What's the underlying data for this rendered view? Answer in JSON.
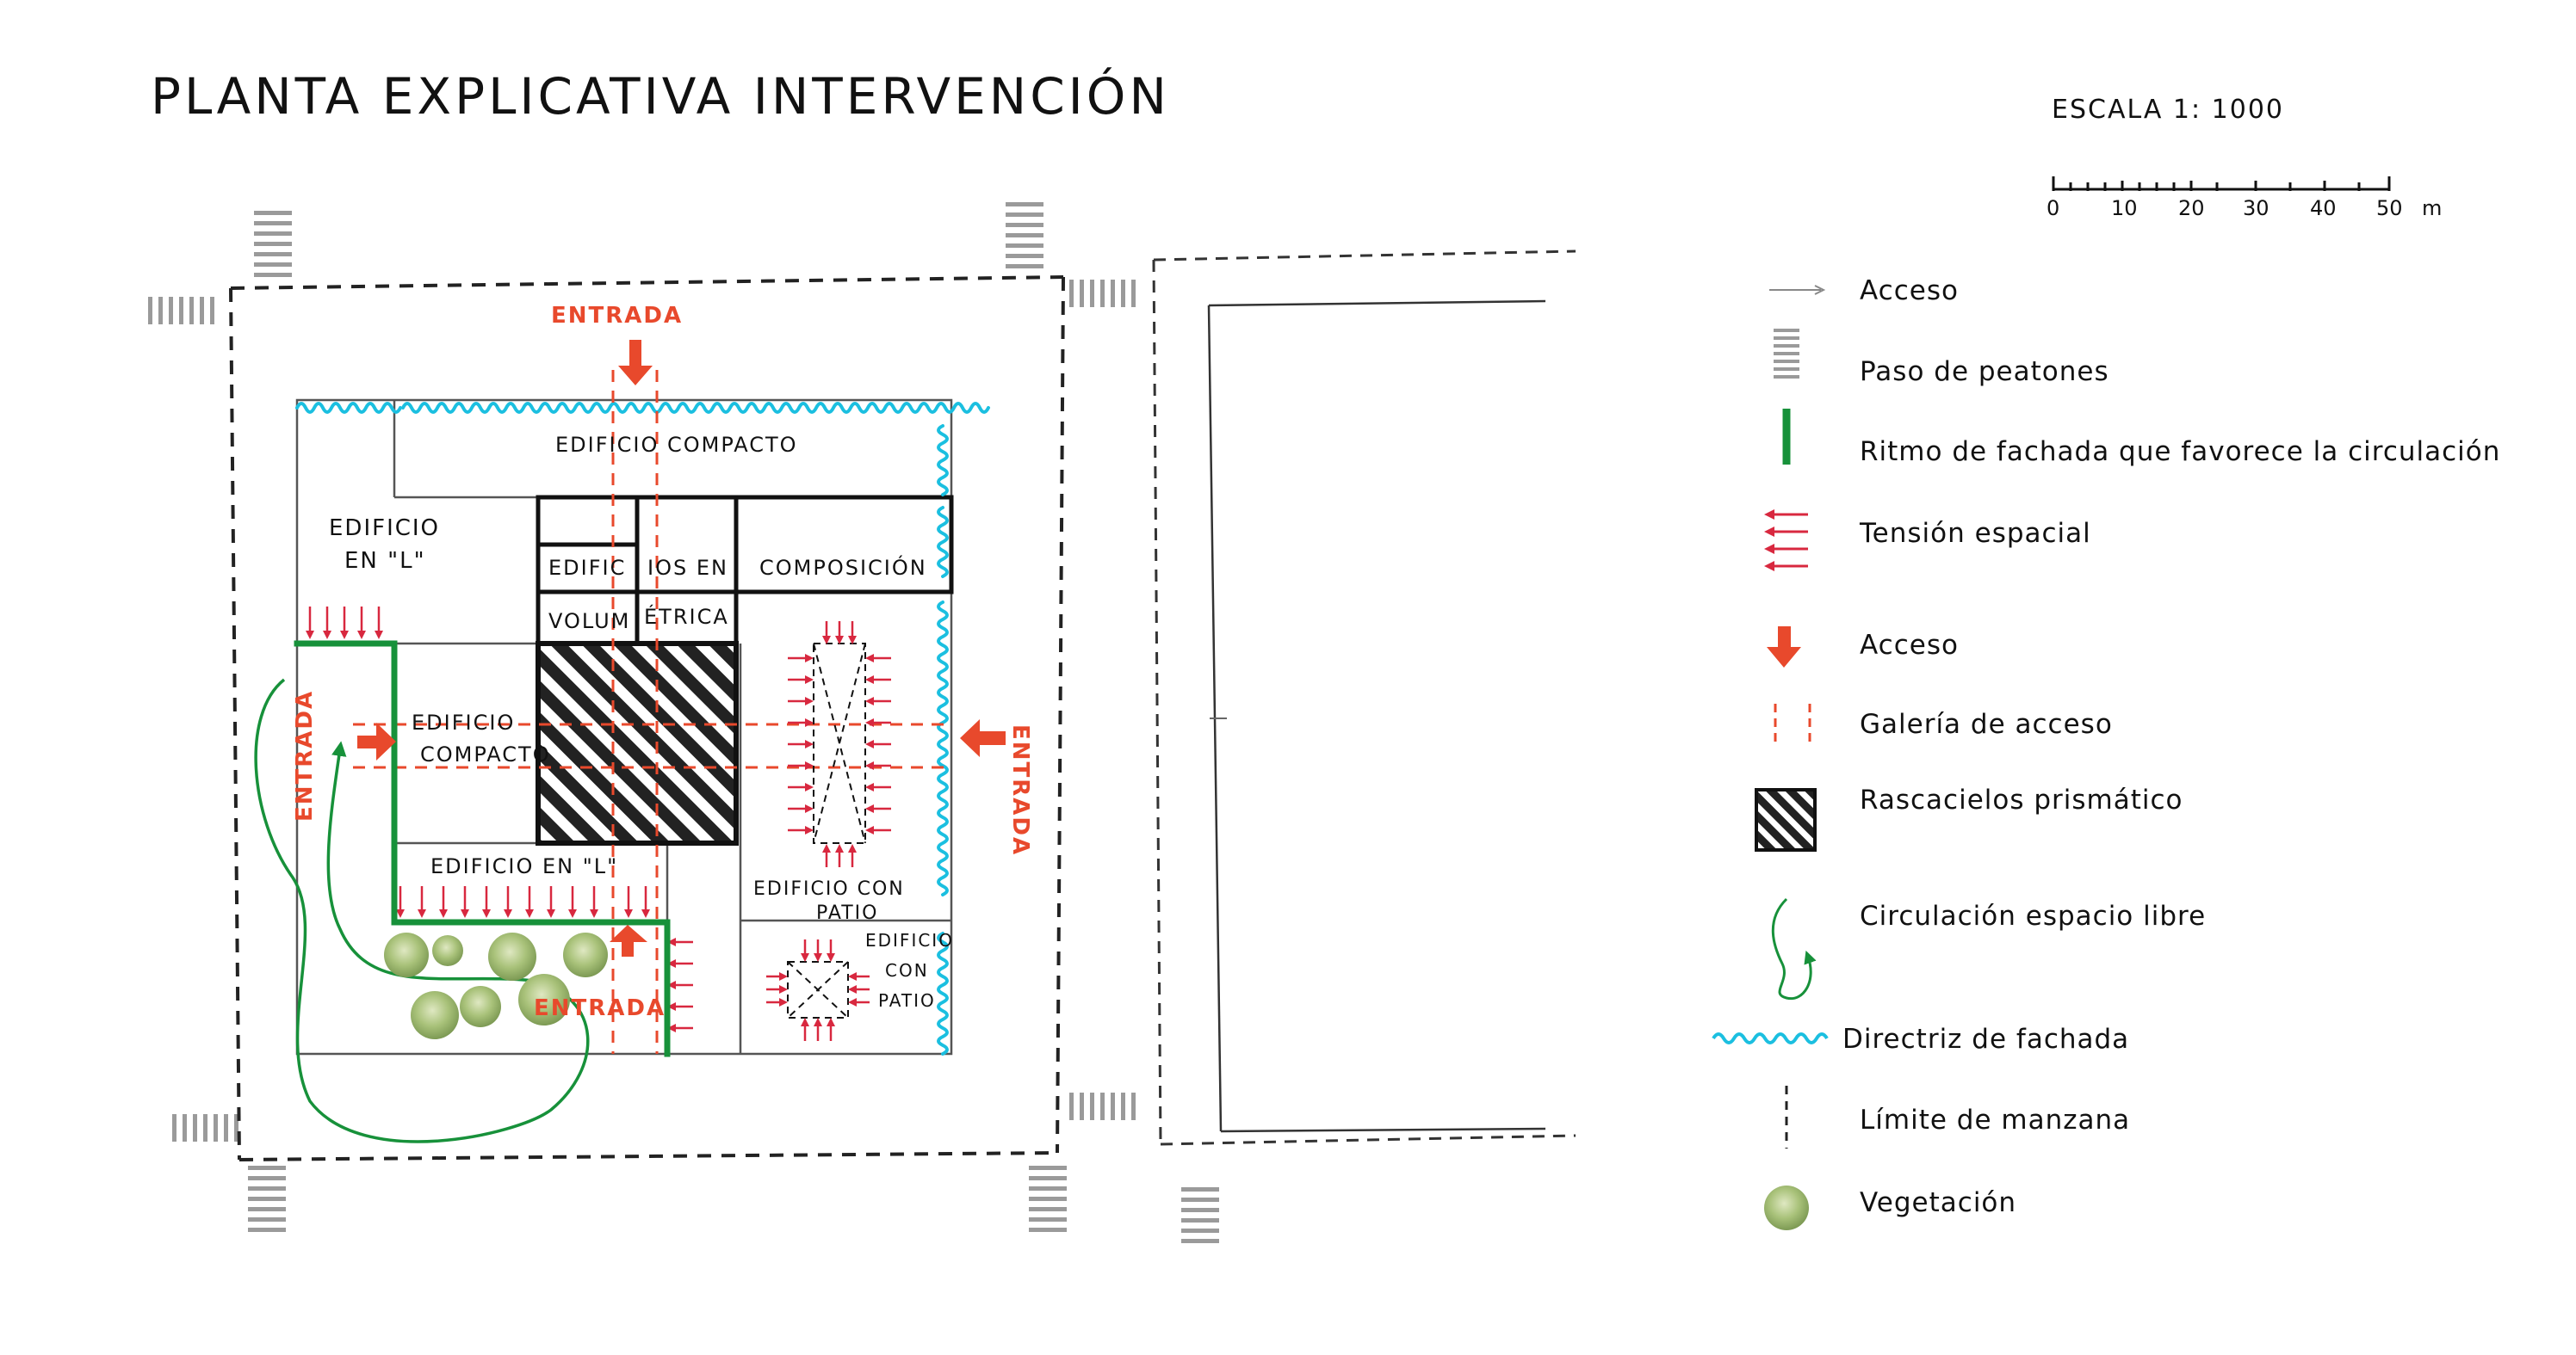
{
  "title": "PLANTA EXPLICATIVA INTERVENCIÓN",
  "scale": {
    "label": "ESCALA 1: 1000",
    "ticks": [
      "0",
      "10",
      "20",
      "30",
      "40",
      "50"
    ],
    "unit": "m"
  },
  "plan_labels": {
    "edificio_compacto_top": "EDIFICIO COMPACTO",
    "edificio_l_top_line1": "EDIFICIO",
    "edificio_l_top_line2": "EN \"L\"",
    "edific": "EDIFIC",
    "ios_en": "IOS EN",
    "composicion": "COMPOSICIÓN",
    "volum": "VOLUM",
    "etrica": "ÉTRICA",
    "edificio_compacto_left_line1": "EDIFICIO",
    "edificio_compacto_left_line2": "COMPACTO",
    "edificio_l_bottom": "EDIFICIO EN \"L\"",
    "edificio_patio_1_line1": "EDIFICIO CON",
    "edificio_patio_1_line2": "PATIO",
    "edificio_patio_2_line1": "EDIFICIO",
    "edificio_patio_2_line2": "CON",
    "edificio_patio_2_line3": "PATIO",
    "entrada_top": "ENTRADA",
    "entrada_left": "ENTRADA",
    "entrada_right": "ENTRADA",
    "entrada_bottom": "ENTRADA"
  },
  "legend": [
    {
      "icon": "access-line-icon",
      "label": "Acceso"
    },
    {
      "icon": "crosswalk-icon",
      "label": "Paso de peatones"
    },
    {
      "icon": "green-facade-line-icon",
      "label": "Ritmo de fachada que favorece la circulación"
    },
    {
      "icon": "tension-arrows-icon",
      "label": "Tensión espacial"
    },
    {
      "icon": "access-arrow-icon",
      "label": "Acceso"
    },
    {
      "icon": "dashed-gallery-icon",
      "label": "Galería de acceso"
    },
    {
      "icon": "hatched-square-icon",
      "label": "Rascacielos prismático"
    },
    {
      "icon": "green-curve-arrow-icon",
      "label": "Circulación espacio libre"
    },
    {
      "icon": "cyan-wave-icon",
      "label": "Directriz de fachada"
    },
    {
      "icon": "block-limit-icon",
      "label": "Límite de manzana"
    },
    {
      "icon": "vegetation-icon",
      "label": "Vegetación"
    }
  ],
  "colors": {
    "red": "#e8492c",
    "tension": "#d8283f",
    "green": "#17913a",
    "cyan": "#1bbfe0",
    "ink": "#111111",
    "grey_line": "#8a8a8a",
    "vegetation": "#9cb86a"
  }
}
